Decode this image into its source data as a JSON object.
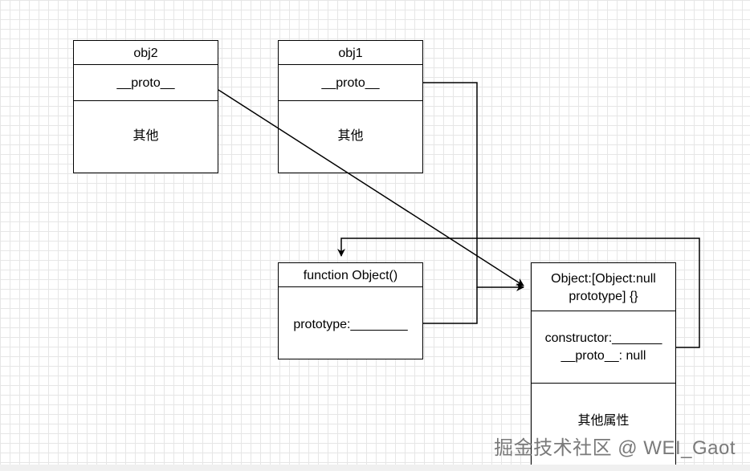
{
  "obj2": {
    "title": "obj2",
    "proto": "__proto__",
    "other": "其他"
  },
  "obj1": {
    "title": "obj1",
    "proto": "__proto__",
    "other": "其他"
  },
  "object_fn": {
    "title": "function Object()",
    "prototype": "prototype:________"
  },
  "object_proto": {
    "title_line1": "Object:[Object:null",
    "title_line2": "prototype] {}",
    "constructor": "constructor:_______",
    "proto": "__proto__: null",
    "other": "其他属性"
  },
  "watermark": "掘金技术社区 @ WEI_Gaot"
}
